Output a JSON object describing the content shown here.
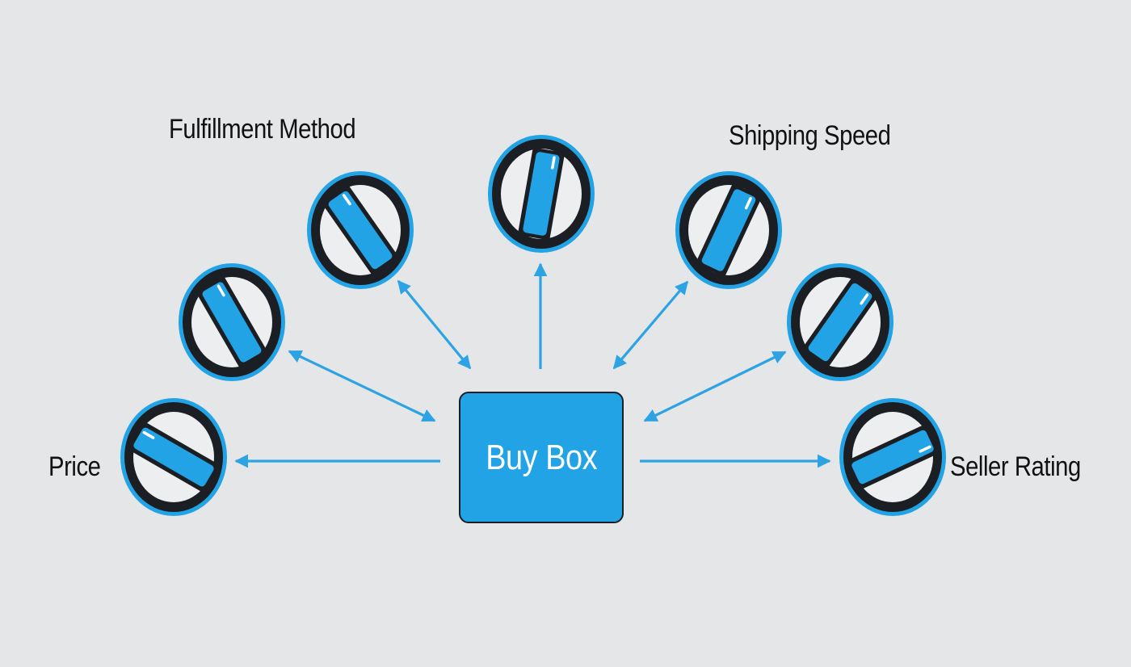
{
  "hub": {
    "label": "Buy Box"
  },
  "labels": {
    "price": "Price",
    "fulfillment": "Fulfillment Method",
    "shipping": "Shipping Speed",
    "seller_rating": "Seller Rating"
  },
  "knobs": [
    {
      "id": "price",
      "level": -60
    },
    {
      "id": "left-mid",
      "level": -30
    },
    {
      "id": "fulfillment",
      "level": -35
    },
    {
      "id": "top",
      "level": 10
    },
    {
      "id": "shipping",
      "level": 25
    },
    {
      "id": "right-mid",
      "level": 35
    },
    {
      "id": "seller-rating",
      "level": 65
    }
  ],
  "colors": {
    "background": "#e4e6e8",
    "accent": "#22a3e6",
    "dark": "#1b1f24",
    "text": "#111111"
  },
  "icons": [
    "dial-knob-icon",
    "bidirectional-arrow-icon",
    "arrow-icon"
  ]
}
